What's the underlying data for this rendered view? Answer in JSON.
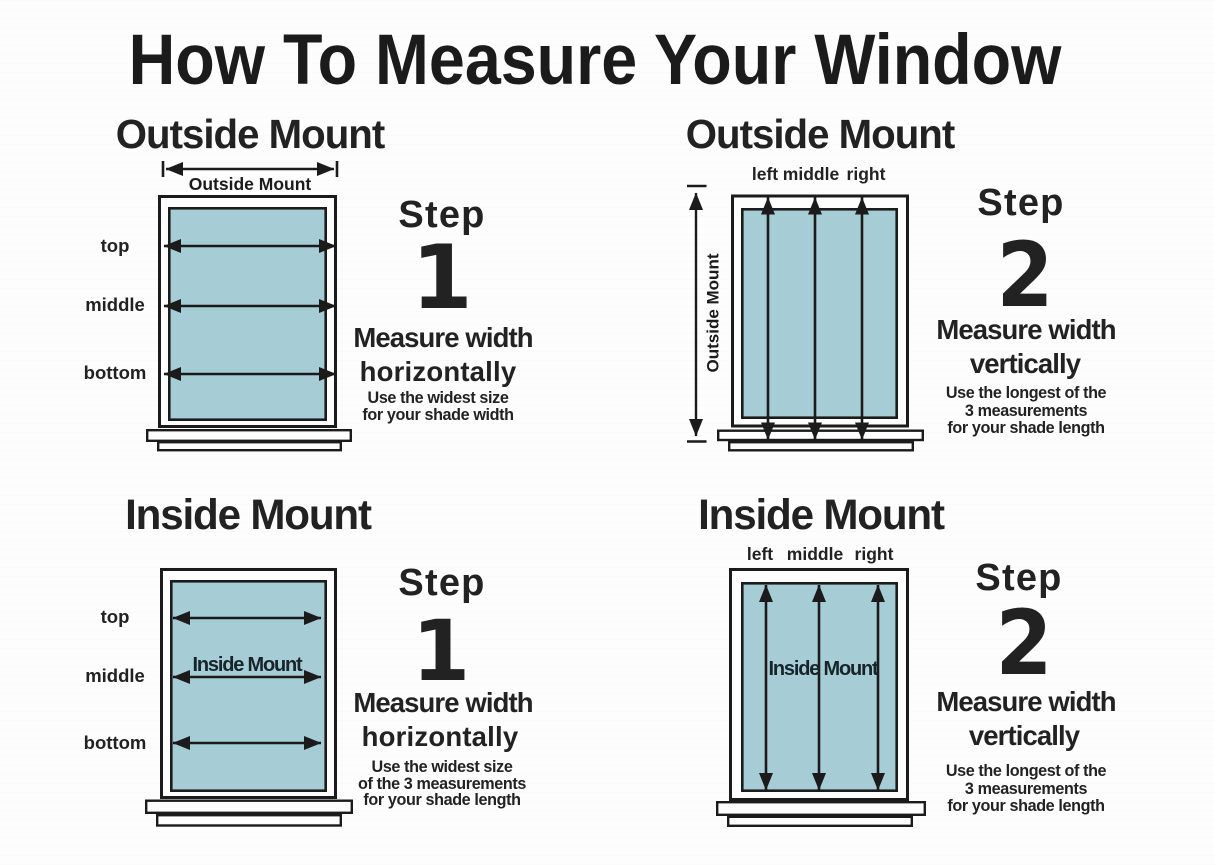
{
  "title": "How To Measure Your Window",
  "colors": {
    "ink": "#1b1b1b",
    "glass": "#a6ccd5",
    "frame_fill": "#fdfdfd",
    "background": "#fdfdfd"
  },
  "sections": {
    "outside_mount_step1": {
      "heading": "Outside Mount",
      "dimension_label": "Outside Mount",
      "row_labels": [
        "top",
        "middle",
        "bottom"
      ],
      "step": {
        "label": "Step",
        "number": "1",
        "instruction_line1": "Measure width",
        "instruction_line2": "horizontally",
        "notes": [
          "Use the widest size",
          "for your shade width"
        ]
      }
    },
    "outside_mount_step2": {
      "heading": "Outside Mount",
      "dimension_label": "Outside Mount",
      "column_labels": [
        "left",
        "middle",
        "right"
      ],
      "step": {
        "label": "Step",
        "number": "2",
        "instruction_line1": "Measure width",
        "instruction_line2": "vertically",
        "notes": [
          "Use the longest of the",
          "3 measurements",
          "for your shade length"
        ]
      }
    },
    "inside_mount_step1": {
      "heading": "Inside Mount",
      "glass_label": "Inside Mount",
      "row_labels": [
        "top",
        "middle",
        "bottom"
      ],
      "step": {
        "label": "Step",
        "number": "1",
        "instruction_line1": "Measure width",
        "instruction_line2": "horizontally",
        "notes": [
          "Use the widest size",
          "of the 3 measurements",
          "for your shade length"
        ]
      }
    },
    "inside_mount_step2": {
      "heading": "Inside Mount",
      "glass_label": "Inside Mount",
      "column_labels": [
        "left",
        "middle",
        "right"
      ],
      "step": {
        "label": "Step",
        "number": "2",
        "instruction_line1": "Measure width",
        "instruction_line2": "vertically",
        "notes": [
          "Use the longest of the",
          "3 measurements",
          "for your shade length"
        ]
      }
    }
  }
}
